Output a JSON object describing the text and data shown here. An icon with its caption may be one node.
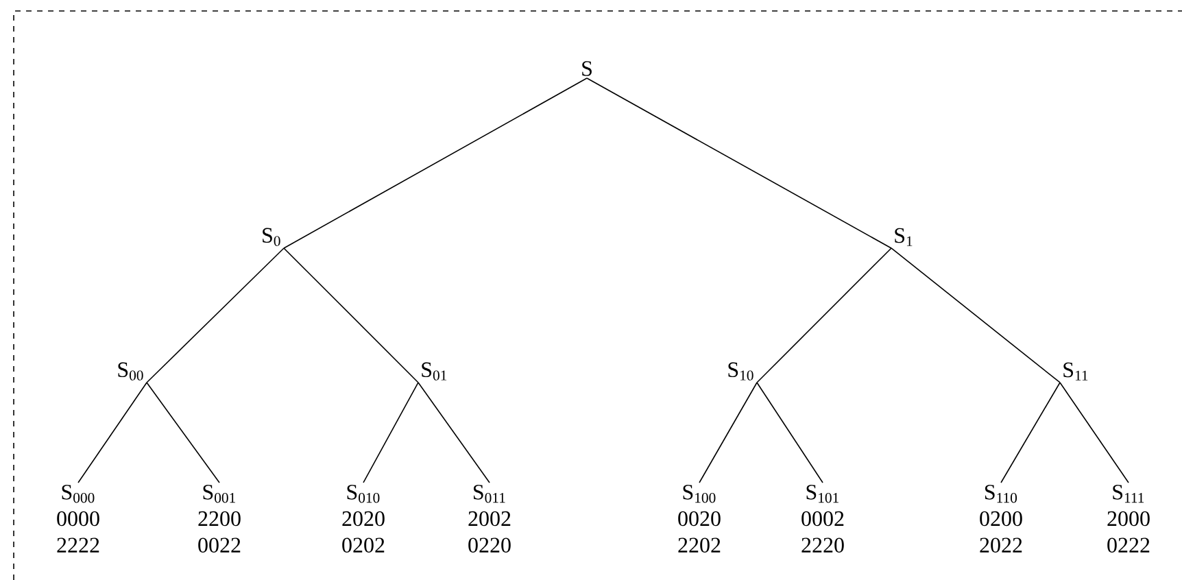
{
  "diagram": {
    "nodes": [
      {
        "text": [
          "S"
        ]
      },
      {
        "text": [
          "S$_{0}$"
        ]
      },
      {
        "text": [
          "S$_{1}$"
        ]
      },
      {
        "text": [
          "S$_{00}$"
        ]
      },
      {
        "text": [
          "S$_{01}$"
        ]
      },
      {
        "text": [
          "S$_{10}$"
        ]
      },
      {
        "text": [
          "S$_{11}$"
        ]
      },
      {
        "text": [
          "S$_{000}$",
          "0000",
          "2222"
        ]
      },
      {
        "text": [
          "S$_{001}$",
          "2200",
          "0022"
        ]
      },
      {
        "text": [
          "S$_{010}$",
          "2020",
          "0202"
        ]
      },
      {
        "text": [
          "S$_{011}$",
          "2002",
          "0220"
        ]
      },
      {
        "text": [
          "S$_{100}$",
          "0020",
          "2202"
        ]
      },
      {
        "text": [
          "S$_{101}$",
          "0002",
          "2220"
        ]
      },
      {
        "text": [
          "S$_{110}$",
          "0200",
          "2022"
        ]
      },
      {
        "text": [
          "S$_{111}$",
          "2000",
          "0222"
        ]
      }
    ],
    "edges": [
      {
        "from": 0,
        "to": 1,
        "arrow": "none"
      },
      {
        "from": 0,
        "to": 2,
        "arrow": "none"
      },
      {
        "from": 1,
        "to": 3,
        "arrow": "none"
      },
      {
        "from": 1,
        "to": 4,
        "arrow": "none"
      },
      {
        "from": 2,
        "to": 5,
        "arrow": "none"
      },
      {
        "from": 2,
        "to": 6,
        "arrow": "none"
      },
      {
        "from": 3,
        "to": 7,
        "arrow": "none"
      },
      {
        "from": 3,
        "to": 8,
        "arrow": "none"
      },
      {
        "from": 4,
        "to": 9,
        "arrow": "none"
      },
      {
        "from": 4,
        "to": 10,
        "arrow": "none"
      },
      {
        "from": 5,
        "to": 11,
        "arrow": "none"
      },
      {
        "from": 5,
        "to": 12,
        "arrow": "none"
      },
      {
        "from": 6,
        "to": 13,
        "arrow": "none"
      },
      {
        "from": 6,
        "to": 14,
        "arrow": "none"
      }
    ]
  }
}
